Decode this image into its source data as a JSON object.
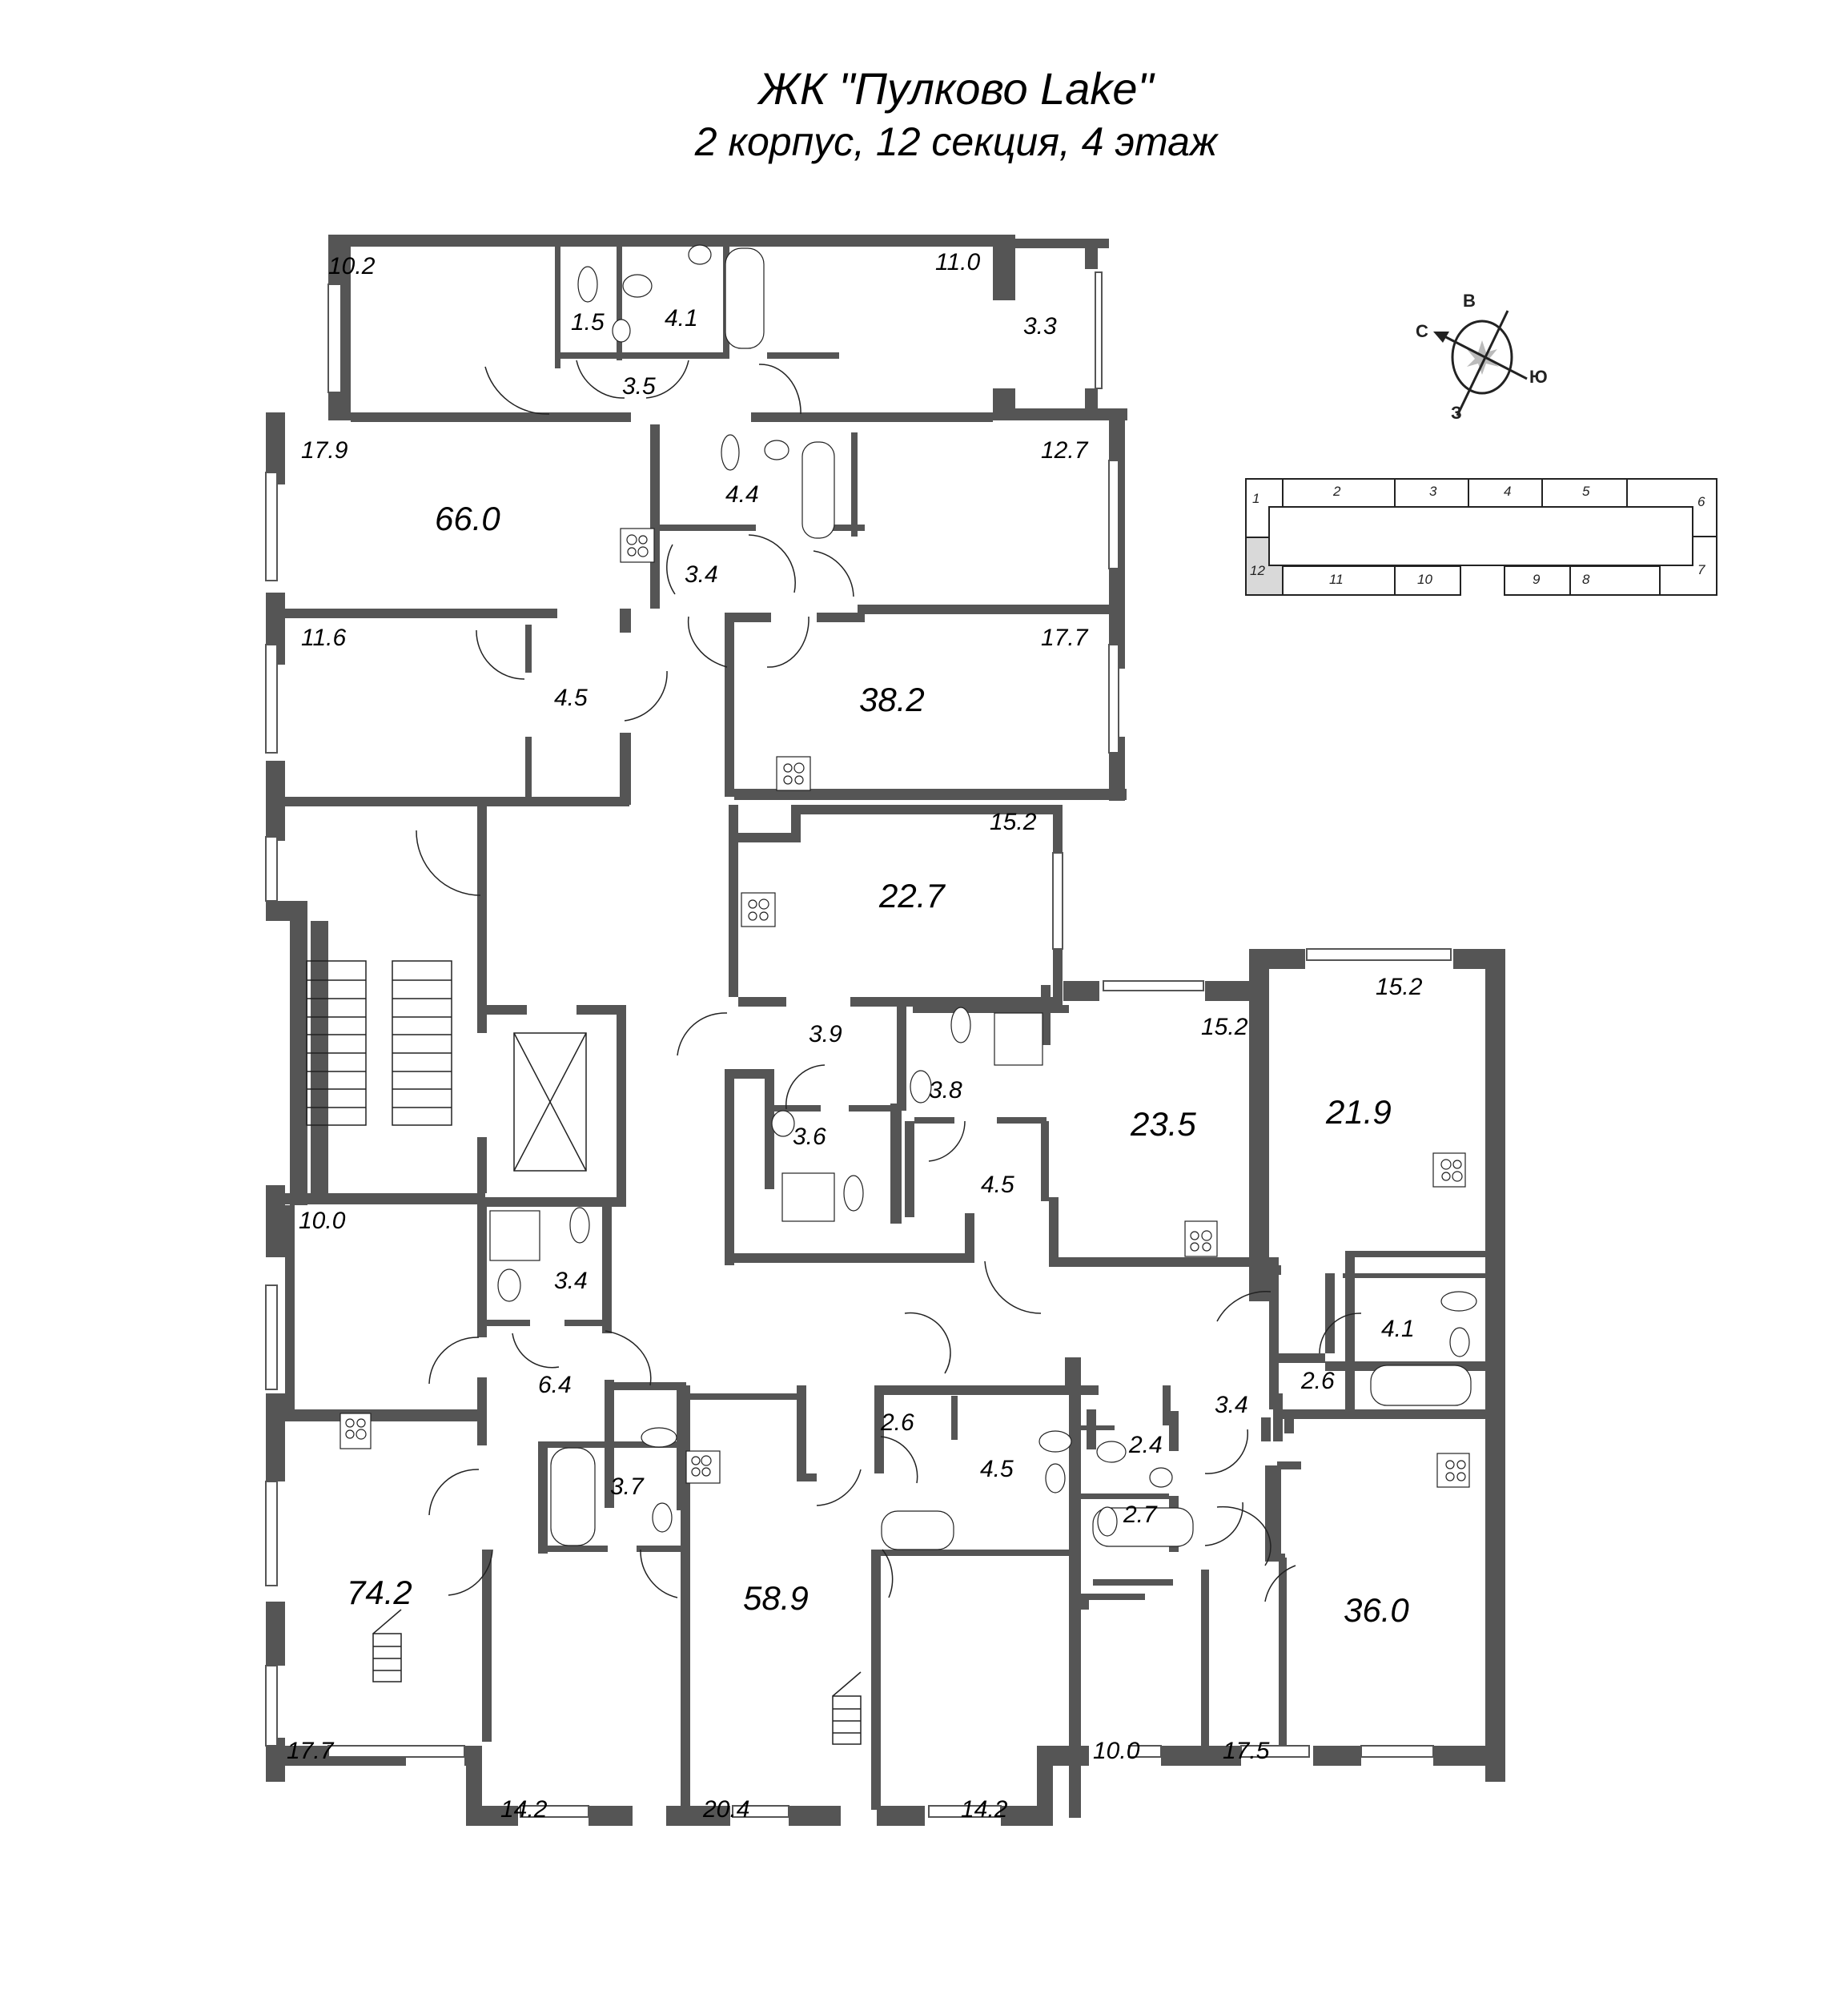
{
  "header": {
    "title": "ЖК \"Пулково Lake\"",
    "subtitle": "2 корпус, 12 секция, 4 этаж"
  },
  "compass": {
    "north": "С",
    "east": "В",
    "south": "Ю",
    "west": "З"
  },
  "section_key": {
    "highlighted": "12",
    "highlight_color": "#d9d9d9",
    "sections": [
      "1",
      "2",
      "3",
      "4",
      "5",
      "6",
      "7",
      "8",
      "9",
      "10",
      "11",
      "12"
    ]
  },
  "colors": {
    "wall": "#555555",
    "line": "#222222",
    "background": "#ffffff"
  },
  "apartments": [
    {
      "total": "66.0",
      "rooms": [
        "10.2",
        "1.5",
        "4.1",
        "3.5",
        "17.9",
        "11.6",
        "4.5"
      ]
    },
    {
      "total": "38.2",
      "rooms": [
        "11.0",
        "3.3",
        "12.7",
        "4.4",
        "3.4",
        "17.7"
      ]
    },
    {
      "total": "22.7",
      "rooms": [
        "15.2",
        "3.9",
        "3.6"
      ]
    },
    {
      "total": "23.5",
      "rooms": [
        "15.2",
        "3.8",
        "4.5"
      ]
    },
    {
      "total": "21.9",
      "rooms": [
        "15.2",
        "4.1",
        "2.6"
      ]
    },
    {
      "total": "74.2",
      "rooms": [
        "10.0",
        "3.4",
        "6.4",
        "3.7",
        "17.7",
        "14.2"
      ]
    },
    {
      "total": "58.9",
      "rooms": [
        "20.4",
        "2.6",
        "4.5",
        "14.2"
      ]
    },
    {
      "total": "36.0",
      "rooms": [
        "2.4",
        "2.7",
        "3.4",
        "10.0",
        "17.5"
      ]
    }
  ],
  "labels": {
    "r10_2": "10.2",
    "r1_5": "1.5",
    "r4_1a": "4.1",
    "r3_5": "3.5",
    "r11_0": "11.0",
    "r3_3": "3.3",
    "r17_9": "17.9",
    "t66_0": "66.0",
    "r4_4": "4.4",
    "r12_7": "12.7",
    "r3_4a": "3.4",
    "r11_6": "11.6",
    "r4_5a": "4.5",
    "r17_7a": "17.7",
    "t38_2": "38.2",
    "r15_2a": "15.2",
    "t22_7": "22.7",
    "r3_9": "3.9",
    "r3_6": "3.6",
    "r3_8": "3.8",
    "r15_2b": "15.2",
    "t23_5": "23.5",
    "r4_5b": "4.5",
    "r15_2c": "15.2",
    "t21_9": "21.9",
    "r4_1b": "4.1",
    "r2_6a": "2.6",
    "r10_0a": "10.0",
    "r3_4b": "3.4",
    "r6_4": "6.4",
    "r3_7": "3.7",
    "r2_6b": "2.6",
    "r4_5c": "4.5",
    "r2_4": "2.4",
    "r3_4c": "3.4",
    "r2_7": "2.7",
    "t74_2": "74.2",
    "t58_9": "58.9",
    "t36_0": "36.0",
    "r17_7b": "17.7",
    "r14_2a": "14.2",
    "r20_4": "20.4",
    "r14_2b": "14.2",
    "r10_0b": "10.0",
    "r17_5": "17.5"
  }
}
